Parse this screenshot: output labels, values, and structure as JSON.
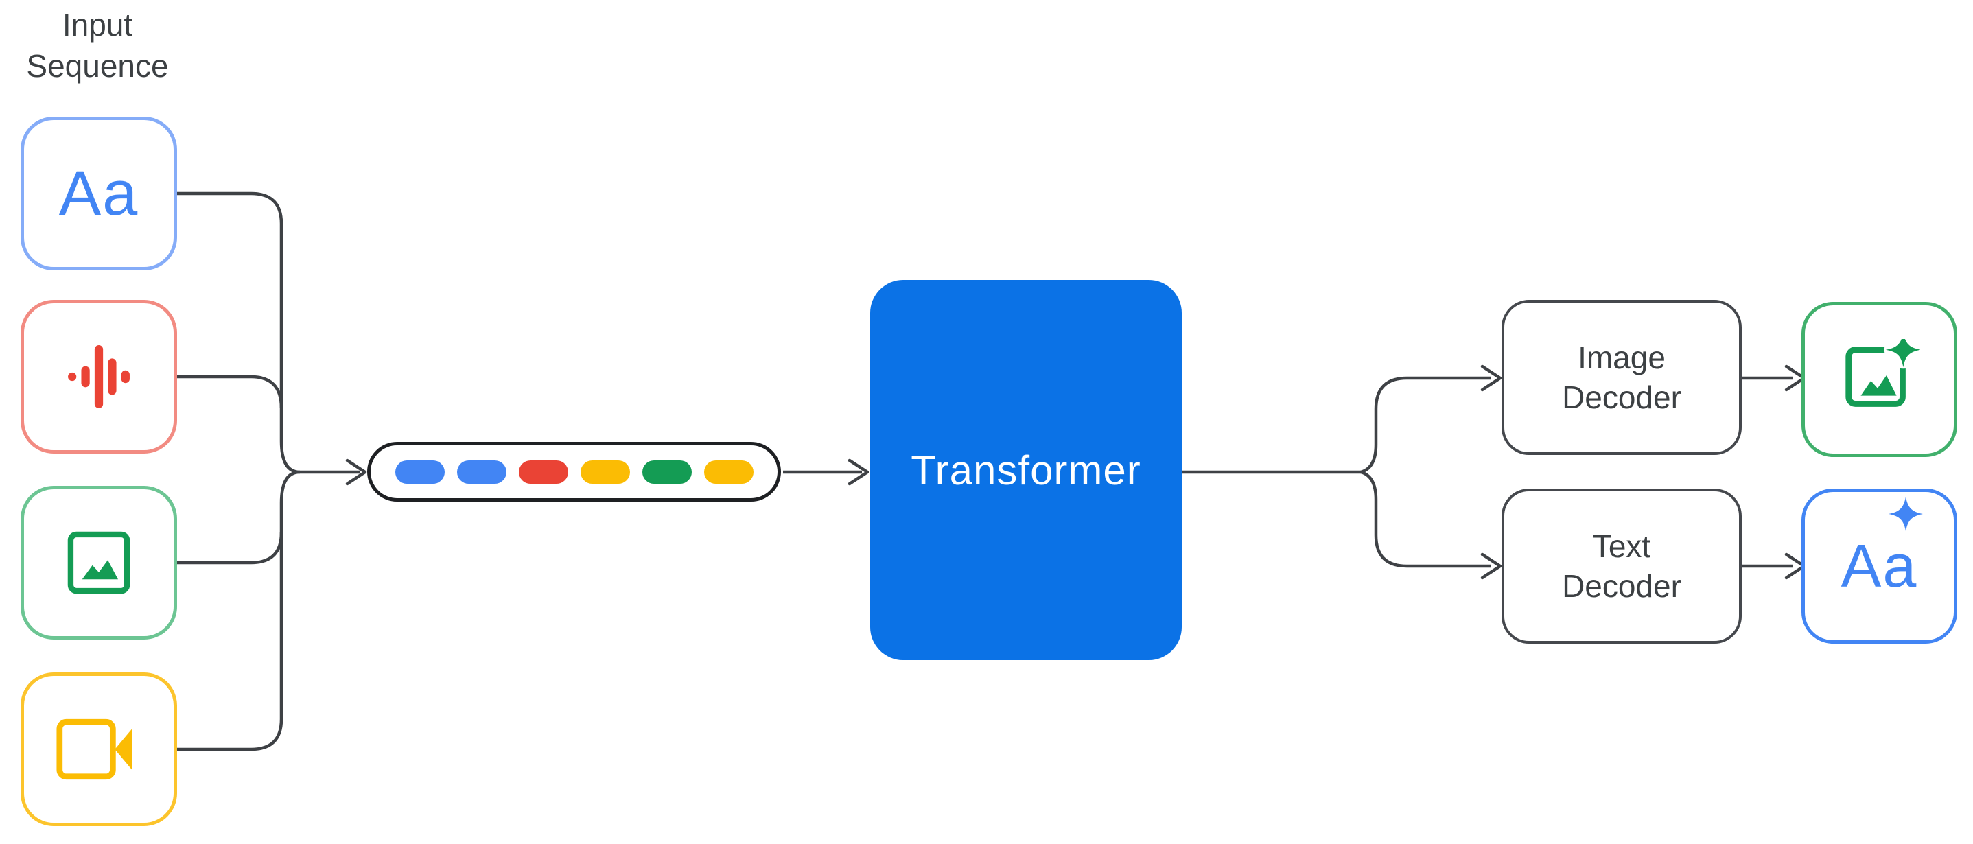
{
  "labels": {
    "input_sequence": "Input Sequence"
  },
  "colors": {
    "blue": "#4285F4",
    "blue-light": "#85ACF8",
    "red": "#EA4335",
    "red-light": "#F28B82",
    "green": "#149C54",
    "green-mid": "#41B06C",
    "green-light": "#6CC593",
    "yellow": "#FBBC04",
    "yellow-light": "#FCC42C",
    "primary": "#0B72E6",
    "line": "#3E4145",
    "pill-border": "#1E2023",
    "box-border": "#45484D",
    "text": "#3C4043"
  },
  "inputs": [
    {
      "id": "text",
      "label": "Aa",
      "icon": "text-glyph",
      "color": "blue"
    },
    {
      "id": "audio",
      "label": "",
      "icon": "audio-waveform-icon",
      "color": "red"
    },
    {
      "id": "image",
      "label": "",
      "icon": "image-icon",
      "color": "green"
    },
    {
      "id": "video",
      "label": "",
      "icon": "video-camera-icon",
      "color": "yellow"
    }
  ],
  "token_sequence": {
    "tokens": [
      "blue",
      "blue",
      "red",
      "yellow",
      "green",
      "yellow"
    ]
  },
  "transformer": {
    "label": "Transformer"
  },
  "decoders": [
    {
      "lines": [
        "Image",
        "Decoder"
      ]
    },
    {
      "lines": [
        "Text",
        "Decoder"
      ]
    }
  ],
  "outputs": [
    {
      "id": "image-output",
      "label": "",
      "icon": "image-sparkle-icon",
      "color": "green"
    },
    {
      "id": "text-output",
      "label": "Aa",
      "icon": "text-sparkle-glyph",
      "color": "blue"
    }
  ]
}
